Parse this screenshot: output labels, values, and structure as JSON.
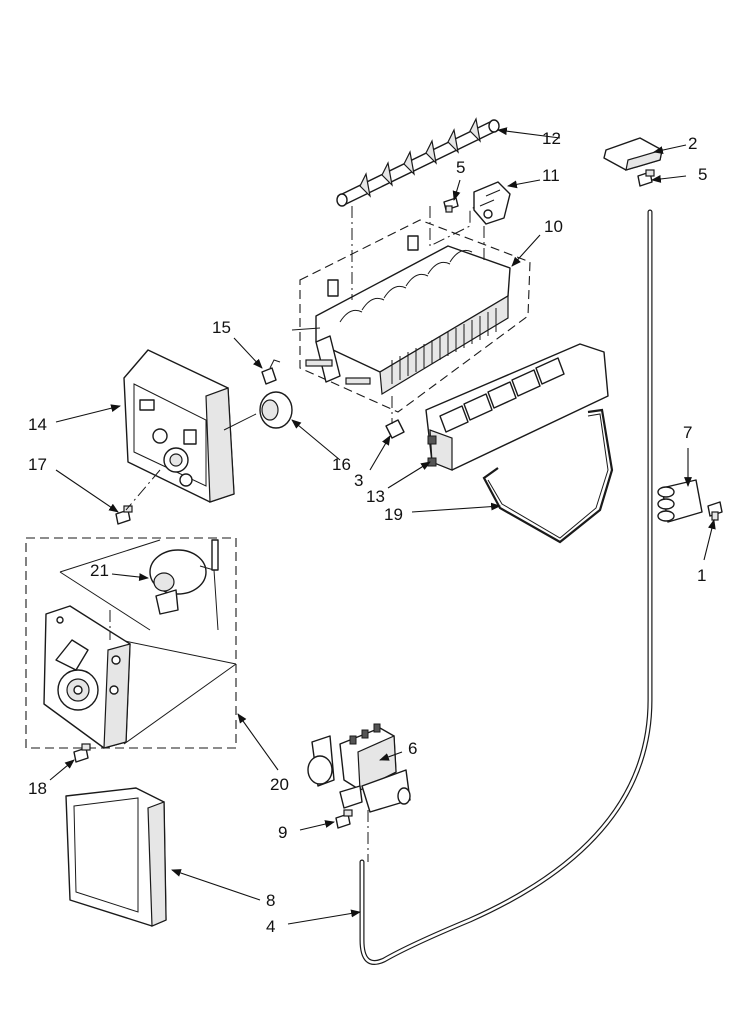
{
  "diagram": {
    "callouts": {
      "c1": "1",
      "c2": "2",
      "c3": "3",
      "c4": "4",
      "c5a": "5",
      "c5b": "5",
      "c6": "6",
      "c7": "7",
      "c8": "8",
      "c9": "9",
      "c10": "10",
      "c11": "11",
      "c12": "12",
      "c13": "13",
      "c14": "14",
      "c15": "15",
      "c16": "16",
      "c17": "17",
      "c18": "18",
      "c19": "19",
      "c20": "20",
      "c21": "21"
    }
  }
}
